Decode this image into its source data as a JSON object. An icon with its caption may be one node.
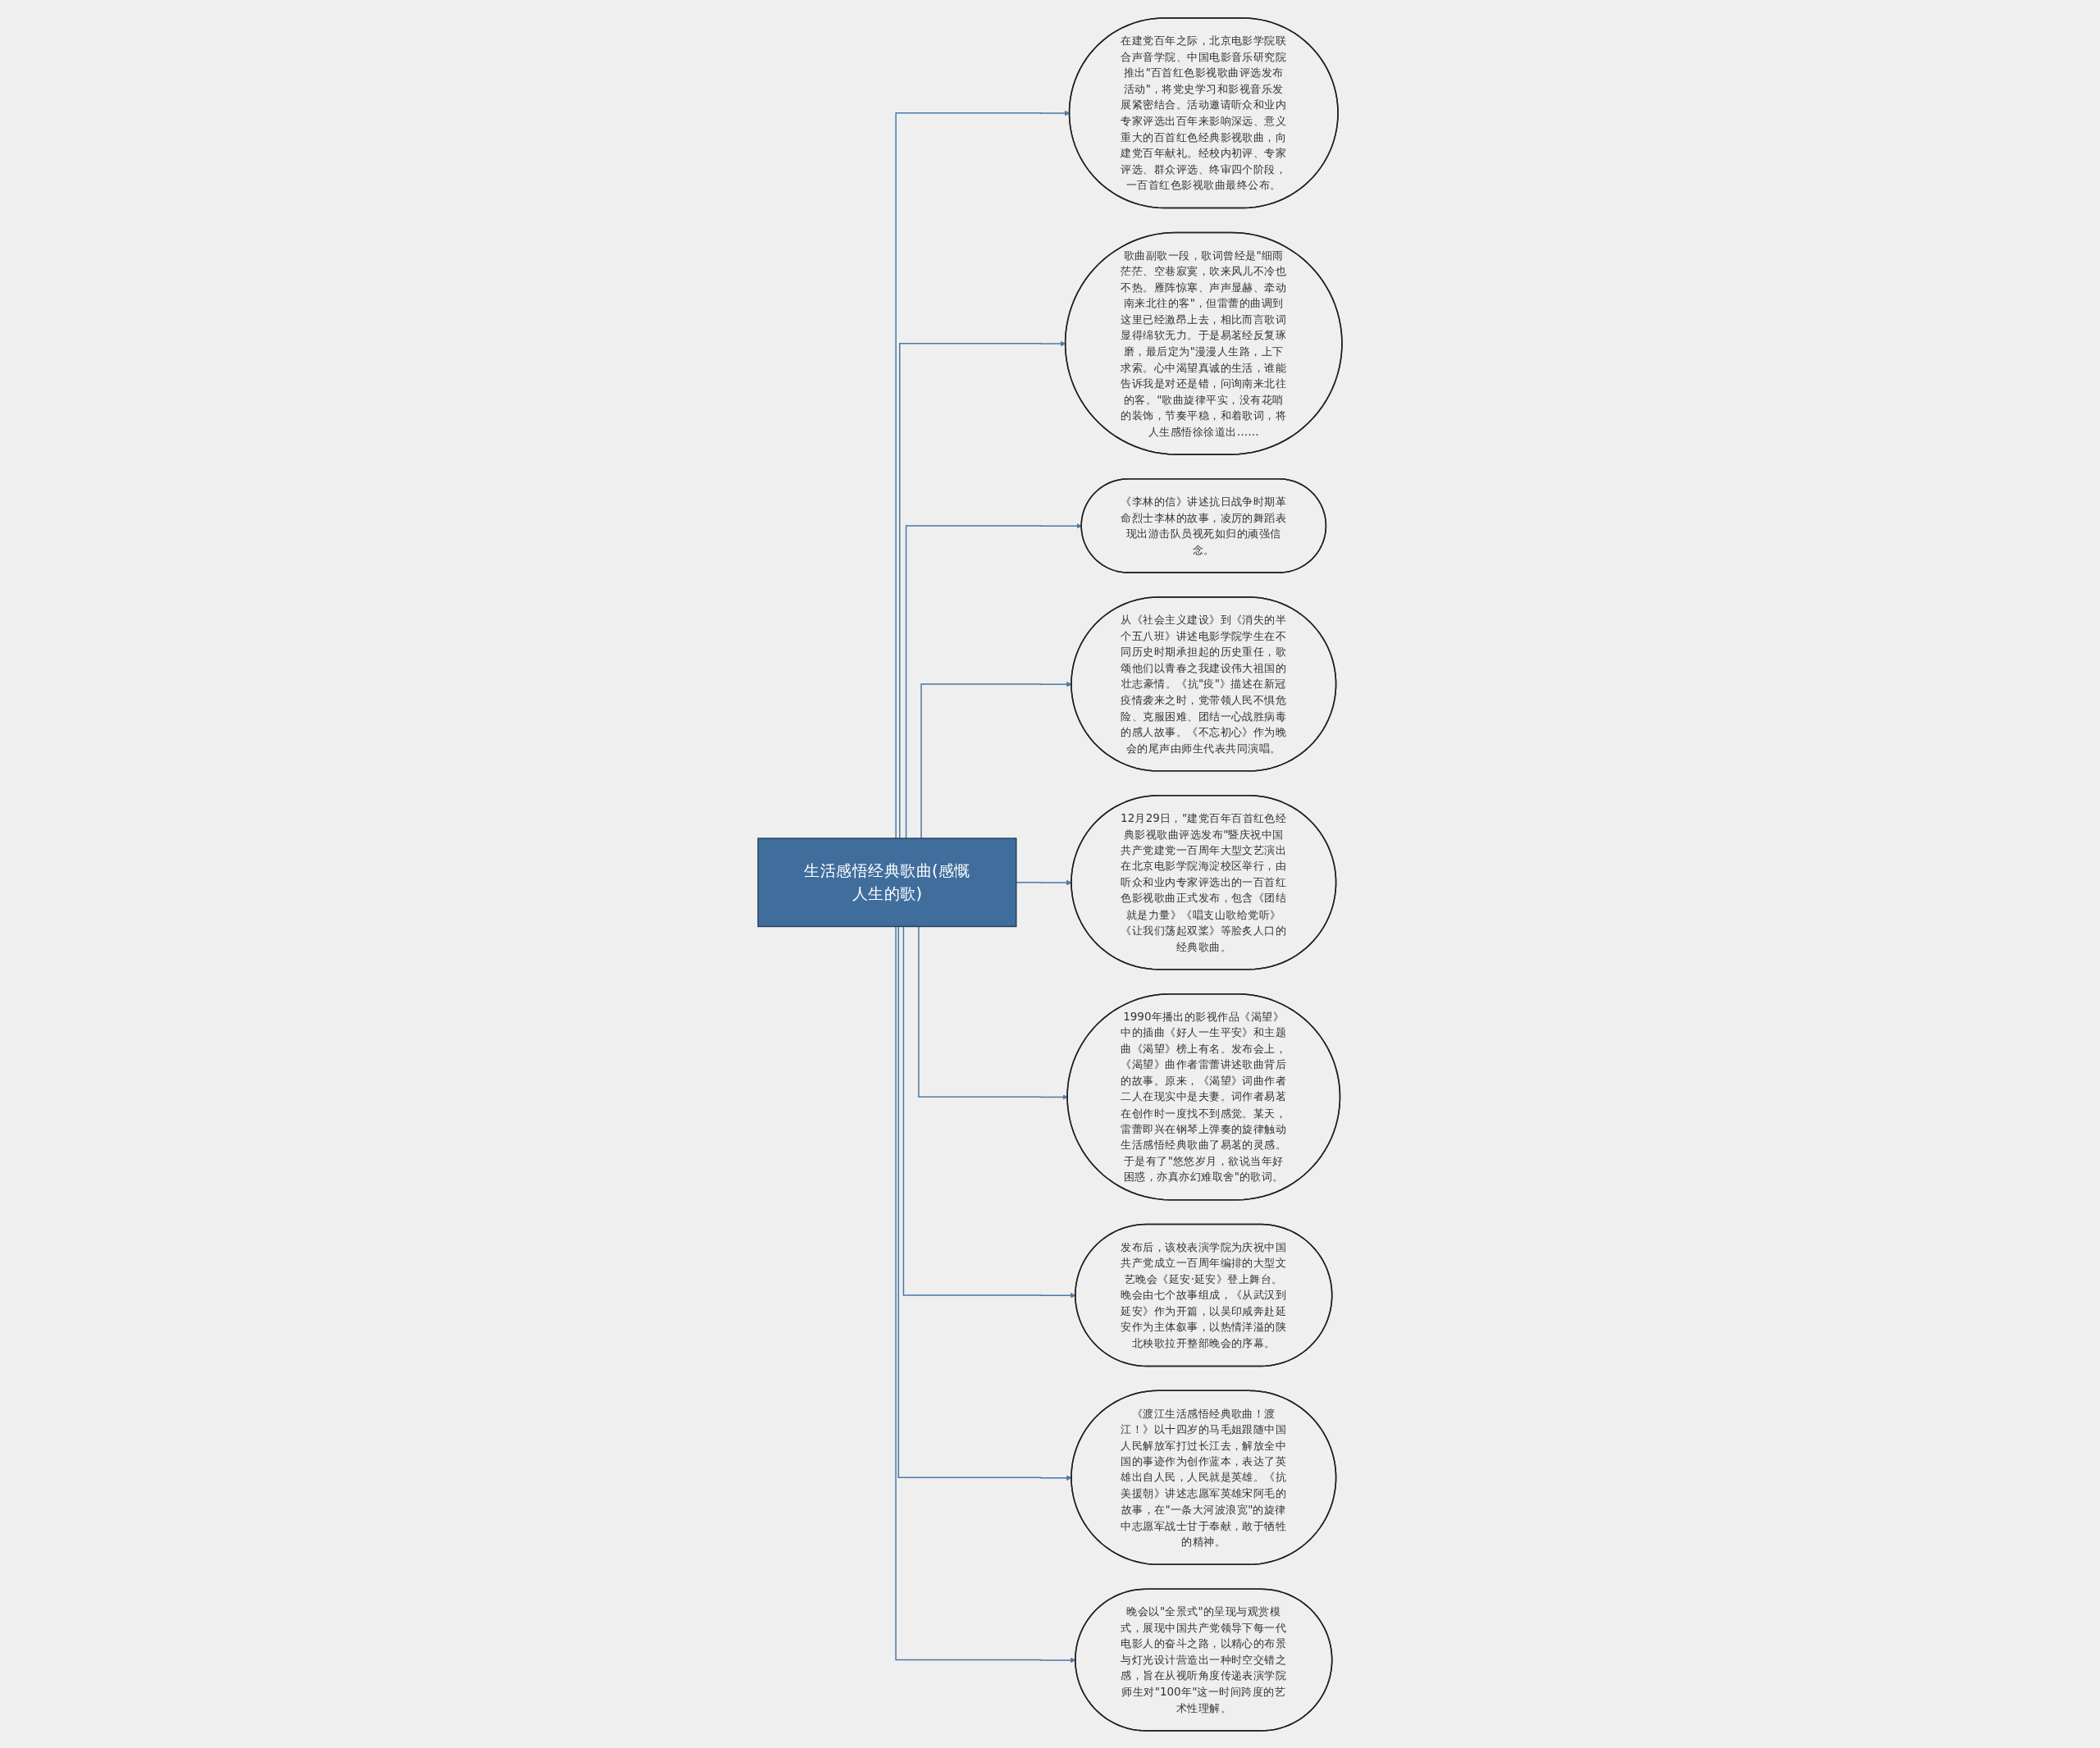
{
  "diagram": {
    "nodes": [
      {
        "text": [
          "生活感悟经典歌曲(感慨人生的歌)"
        ]
      },
      {
        "text": [
          "在建党百年之际，北京电影学院联合声音学院、中国电影音乐研究院推出\"百首红色影视歌曲评选发布活动\"，将党史学习和影视音乐发展紧密结合。活动邀请听众和业内专家评选出百年来影响深远、意义重大的百首红色经典影视歌曲，向建党百年献礼。经校内初评、专家评选、群众评选、终审四个阶段，一百首红色影视歌曲最终公布。"
        ]
      },
      {
        "text": [
          "歌曲副歌一段，歌词曾经是\"细雨茫茫、空巷寂寞，吹来风儿不冷也不热。雁阵惊寒、声声显赫、牵动南来北往的客\"，但雷蕾的曲调到这里已经激昂上去，相比而言歌词显得绵软无力。于是易茗经反复琢磨，最后定为\"漫漫人生路，上下求索。心中渴望真诚的生活，谁能告诉我是对还是错，问询南来北往的客。\"歌曲旋律平实，没有花哨的装饰，节奏平稳，和着歌词，将人生感悟徐徐道出……"
        ]
      },
      {
        "text": [
          "《李林的信》讲述抗日战争时期革命烈士李林的故事，凌厉的舞蹈表现出游击队员视死如归的顽强信念。"
        ]
      },
      {
        "text": [
          "从《社会主义建设》到《消失的半个五八班》讲述电影学院学生在不同历史时期承担起的历史重任，歌颂他们以青春之我建设伟大祖国的壮志豪情。《抗\"疫\"》描述在新冠疫情袭来之时，党带领人民不惧危险、克服困难、团结一心战胜病毒的感人故事。《不忘初心》作为晚会的尾声由师生代表共同演唱。"
        ]
      },
      {
        "text": [
          "12月29日，\"建党百年百首红色经典影视歌曲评选发布\"暨庆祝中国共产党建党一百周年大型文艺演出在北京电影学院海淀校区举行，由听众和业内专家评选出的一百首红色影视歌曲正式发布，包含《团结就是力量》《唱支山歌给党听》《让我们荡起双桨》等脍炙人口的经典歌曲。"
        ]
      },
      {
        "text": [
          "1990年播出的影视作品《渴望》中的插曲《好人一生平安》和主题曲《渴望》榜上有名。发布会上，《渴望》曲作者雷蕾讲述歌曲背后的故事。原来，《渴望》词曲作者二人在现实中是夫妻。词作者易茗在创作时一度找不到感觉。某天，雷蕾即兴在钢琴上弹奏的旋律触动生活感悟经典歌曲了易茗的灵感。于是有了\"悠悠岁月，欲说当年好困惑，亦真亦幻难取舍\"的歌词。"
        ]
      },
      {
        "text": [
          "发布后，该校表演学院为庆祝中国共产党成立一百周年编排的大型文艺晚会《延安·延安》登上舞台。晚会由七个故事组成，《从武汉到延安》作为开篇，以吴印咸奔赴延安作为主体叙事，以热情洋溢的陕北秧歌拉开整部晚会的序幕。"
        ]
      },
      {
        "text": [
          "《渡江生活感悟经典歌曲！渡江！》以十四岁的马毛姐跟随中国人民解放军打过长江去，解放全中国的事迹作为创作蓝本，表达了英雄出自人民，人民就是英雄。《抗美援朝》讲述志愿军英雄宋阿毛的故事，在\"一条大河波浪宽\"的旋律中志愿军战士甘于奉献，敢于牺牲的精神。"
        ]
      },
      {
        "text": [
          "晚会以\"全景式\"的呈现与观赏模式，展现中国共产党领导下每一代电影人的奋斗之路，以精心的布景与灯光设计营造出一种时空交错之感，旨在从视听角度传递表演学院师生对\"100年\"这一时间跨度的艺术性理解。"
        ]
      }
    ],
    "edges": [
      {
        "from": 0,
        "to": 1,
        "arrow": "to"
      },
      {
        "from": 0,
        "to": 2,
        "arrow": "to"
      },
      {
        "from": 0,
        "to": 3,
        "arrow": "to"
      },
      {
        "from": 0,
        "to": 4,
        "arrow": "to"
      },
      {
        "from": 0,
        "to": 5,
        "arrow": "to"
      },
      {
        "from": 0,
        "to": 6,
        "arrow": "to"
      },
      {
        "from": 0,
        "to": 7,
        "arrow": "to"
      },
      {
        "from": 0,
        "to": 8,
        "arrow": "to"
      },
      {
        "from": 0,
        "to": 9,
        "arrow": "to"
      }
    ]
  }
}
